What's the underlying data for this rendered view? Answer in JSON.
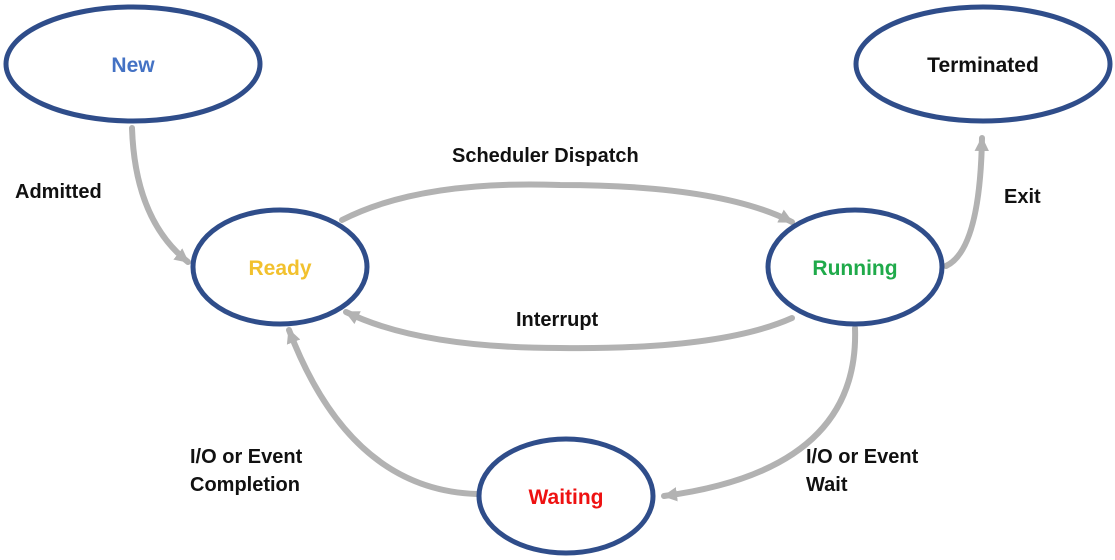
{
  "colors": {
    "node_stroke": "#2f4d8a",
    "edge": "#b2b2b2",
    "label": "#111111"
  },
  "states": {
    "new": {
      "label": "New",
      "color": "#4472c4"
    },
    "ready": {
      "label": "Ready",
      "color": "#f2c12e"
    },
    "running": {
      "label": "Running",
      "color": "#1faa4a"
    },
    "terminated": {
      "label": "Terminated",
      "color": "#111111"
    },
    "waiting": {
      "label": "Waiting",
      "color": "#ee1111"
    }
  },
  "transitions": {
    "admitted": {
      "label": "Admitted"
    },
    "dispatch": {
      "label": "Scheduler Dispatch"
    },
    "interrupt": {
      "label": "Interrupt"
    },
    "exit": {
      "label": "Exit"
    },
    "io_wait": {
      "lines": [
        "I/O or Event",
        "Wait"
      ]
    },
    "io_completion": {
      "lines": [
        "I/O or Event",
        "Completion"
      ]
    }
  }
}
